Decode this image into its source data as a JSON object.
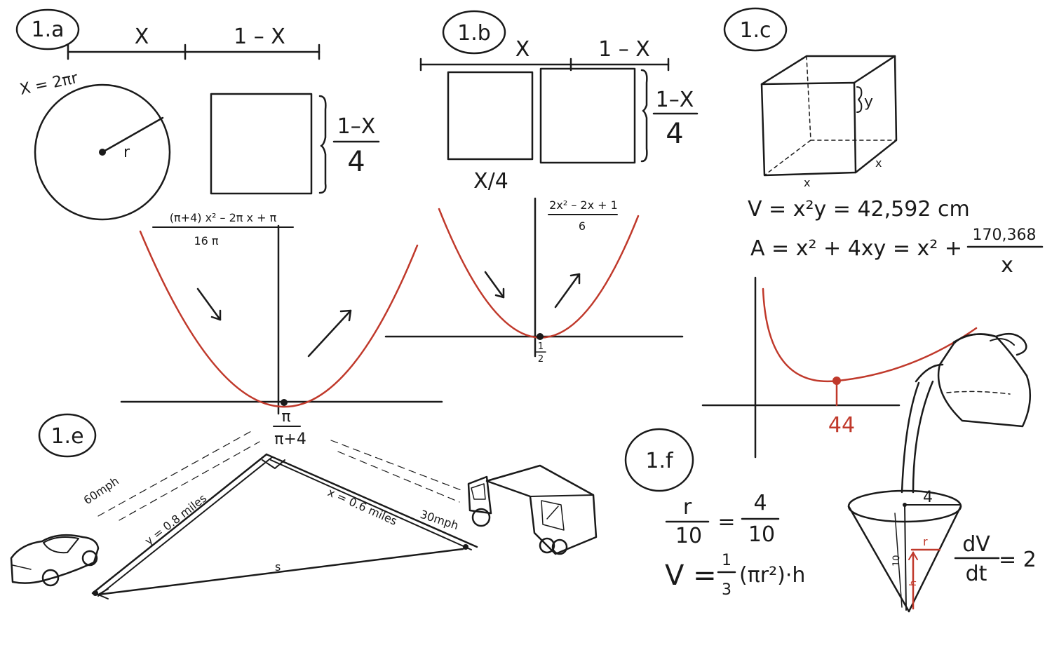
{
  "colors": {
    "ink": "#1a1a1a",
    "curve": "#c0392b",
    "paper": "#ffffff"
  },
  "p1a": {
    "tag": "1.a",
    "seg_x": "X",
    "seg_rest": "1 – X",
    "circ_eq": "X = 2πr",
    "radius": "r",
    "side_num": "1–X",
    "side_den": "4",
    "fn_num": "(π+4) x² – 2π x + π",
    "fn_den": "16 π",
    "min_num": "π",
    "min_den": "π+4"
  },
  "p1b": {
    "tag": "1.b",
    "seg_x": "X",
    "seg_rest": "1 – X",
    "side_num": "1–X",
    "side_den": "4",
    "sq_side": "X/4",
    "fn_num": "2x² – 2x + 1",
    "fn_den": "6",
    "min_num": "1",
    "min_den": "2"
  },
  "p1c": {
    "tag": "1.c",
    "height": "y",
    "base_front": "x",
    "base_side": "x",
    "vol_eq": "V = x²y = 42,592 cm",
    "area_eq": "A = x² + 4xy = x² +",
    "area_frac_num": "170,368",
    "area_frac_den": "x",
    "min_x": "44"
  },
  "p1e": {
    "tag": "1.e",
    "car_speed": "60mph",
    "truck_speed": "30mph",
    "y_label": "y = 0.8 miles",
    "x_label": "x = 0.6 miles",
    "dist_label": "s"
  },
  "p1f": {
    "tag": "1.f",
    "ratio_lhs_num": "r",
    "ratio_lhs_den": "10",
    "ratio_rhs_num": "4",
    "ratio_rhs_den": "10",
    "vol_lhs": "V =",
    "vol_frac_num": "1",
    "vol_frac_den": "3",
    "vol_rhs": "(πr²)·h",
    "rate_num": "dV",
    "rate_den": "dt",
    "rate_val": "= 2",
    "cone_r_top": "4",
    "cone_h": "10",
    "water_r": "r",
    "water_h": "h"
  }
}
